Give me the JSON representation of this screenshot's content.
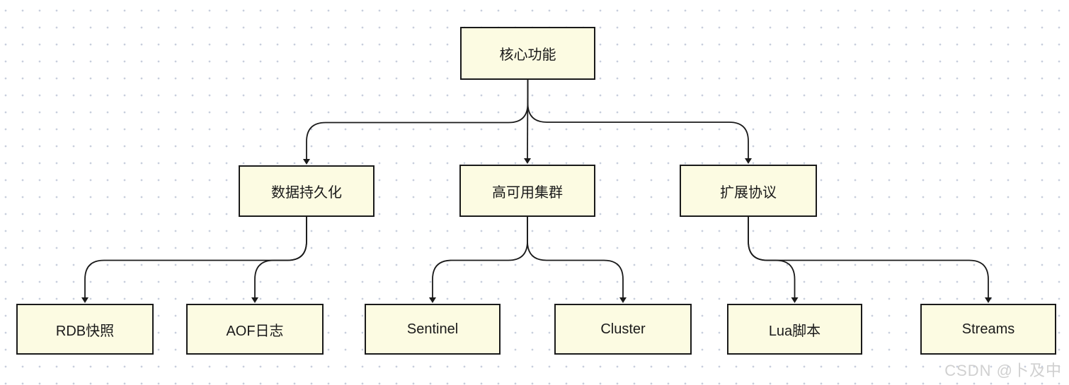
{
  "diagram": {
    "type": "flowchart",
    "direction": "top-down",
    "nodes": [
      {
        "id": "core",
        "label": "核心功能"
      },
      {
        "id": "persistence",
        "label": "数据持久化"
      },
      {
        "id": "ha",
        "label": "高可用集群"
      },
      {
        "id": "protocol",
        "label": "扩展协议"
      },
      {
        "id": "rdb",
        "label": "RDB快照"
      },
      {
        "id": "aof",
        "label": "AOF日志"
      },
      {
        "id": "sentinel",
        "label": "Sentinel"
      },
      {
        "id": "cluster",
        "label": "Cluster"
      },
      {
        "id": "lua",
        "label": "Lua脚本"
      },
      {
        "id": "streams",
        "label": "Streams"
      }
    ],
    "edges": [
      [
        "core",
        "persistence"
      ],
      [
        "core",
        "ha"
      ],
      [
        "core",
        "protocol"
      ],
      [
        "persistence",
        "rdb"
      ],
      [
        "persistence",
        "aof"
      ],
      [
        "ha",
        "sentinel"
      ],
      [
        "ha",
        "cluster"
      ],
      [
        "protocol",
        "lua"
      ],
      [
        "protocol",
        "streams"
      ]
    ],
    "colors": {
      "background": "#ffffff",
      "grid_dot": "#c8cedd",
      "node_fill": "#fcfbe2",
      "node_border": "#1a1a1a",
      "edge": "#1a1a1a",
      "watermark": "#d0d0d0"
    }
  },
  "watermark": {
    "text": "CSDN @卜及中"
  }
}
